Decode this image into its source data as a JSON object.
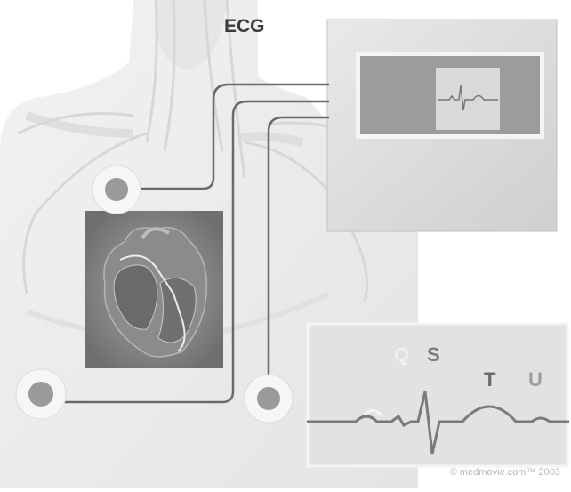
{
  "title": "ECG",
  "waveform_labels": [
    "Q",
    "S",
    "T",
    "U"
  ],
  "credit": "© medmovie.com™ 2003",
  "icons": [
    "electrode-icon",
    "heart-icon",
    "monitor-icon"
  ],
  "colors": {
    "background": "#ffffff",
    "body": "#ececec",
    "vessels": "#d7dadc",
    "wire": "#6a6a6a",
    "electrode_ring": "#f6f6f6",
    "electrode_dot": "#9a9a9a",
    "monitor": "#dcdcdc",
    "screen": "#9c9c9c",
    "heart_panel": "#8f8f8f",
    "trace_panel": "#e2e2e2",
    "trace": "#7a7a7a",
    "label": "#7c7c7c"
  }
}
